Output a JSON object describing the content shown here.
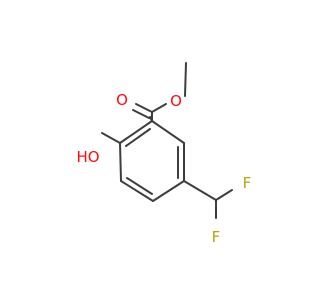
{
  "molecule": {
    "atoms": {
      "ester_carbonyl_o": {
        "symbol": "O",
        "color": "#ff0d0d"
      },
      "ester_o": {
        "symbol": "O",
        "color": "#ff0d0d"
      },
      "hydroxyl": {
        "label": "HO",
        "color": "#ff0d0d"
      },
      "fluorine_top": {
        "symbol": "F",
        "color": "#b3a70c"
      },
      "fluorine_bottom": {
        "symbol": "F",
        "color": "#b3a70c"
      }
    },
    "bond_color": "#3d3d3d"
  }
}
